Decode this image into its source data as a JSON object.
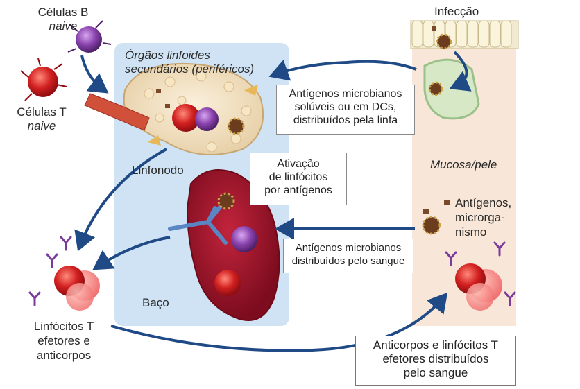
{
  "labels": {
    "celulas_b_line1": "Células B",
    "celulas_b_line2": "naive",
    "celulas_t_line1": "Células T",
    "celulas_t_line2": "naive",
    "orgaos_line1": "Órgãos linfoides",
    "orgaos_line2": "secundários (periféricos)",
    "infeccao": "Infecção",
    "mucosa_pele": "Mucosa/pele",
    "linfonodo": "Linfonodo",
    "baco": "Baço",
    "antigenos_line1": "Antígenos,",
    "antigenos_line2": "microrga-",
    "antigenos_line3": "nismo",
    "efetores_line1": "Linfócitos T",
    "efetores_line2": "efetores e",
    "efetores_line3": "anticorpos"
  },
  "boxes": {
    "linfa_line1": "Antígenos microbianos",
    "linfa_line2": "solúveis ou em DCs,",
    "linfa_line3": "distribuídos pela linfa",
    "ativacao_line1": "Ativação",
    "ativacao_line2": "de linfócitos",
    "ativacao_line3": "por antígenos",
    "sangue_line1": "Antígenos microbianos",
    "sangue_line2": "distribuídos pelo sangue",
    "anticorpos_line1": "Anticorpos e linfócitos T",
    "anticorpos_line2": "efetores distribuídos",
    "anticorpos_line3": "pelo sangue"
  },
  "colors": {
    "organ_panel": "#cfe3f4",
    "mucosa_panel": "#f8e7d8",
    "arrow": "#1f4a86",
    "spleen": "#a8182e",
    "t_cell": "#cc1f1f",
    "b_cell": "#7a3b9a",
    "antigen": "#6b3d1e"
  }
}
